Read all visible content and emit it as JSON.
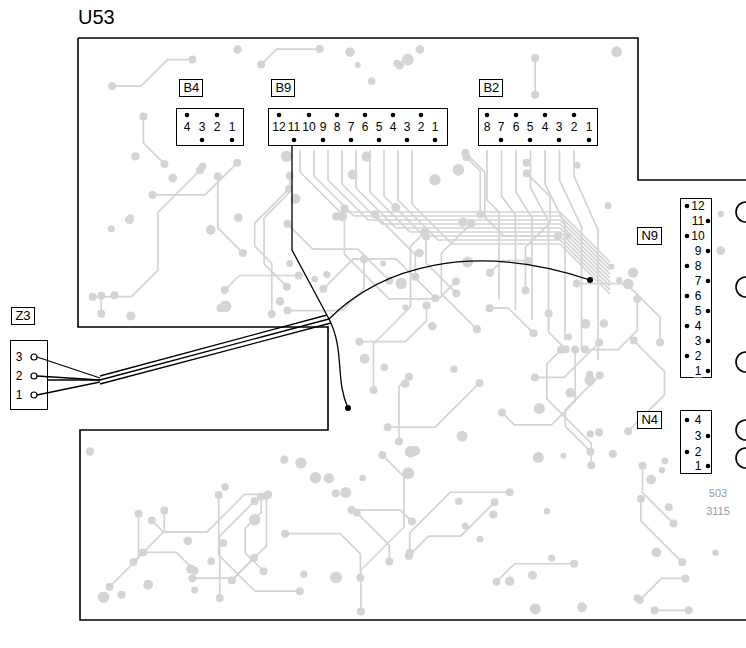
{
  "diagram": {
    "title": "U53",
    "nodes": [
      {
        "text": [
          "B4"
        ]
      },
      {
        "text": [
          "B9"
        ]
      },
      {
        "text": [
          "B2"
        ]
      },
      {
        "text": [
          "N9"
        ]
      },
      {
        "text": [
          "Z3"
        ]
      },
      {
        "text": [
          "N4"
        ]
      }
    ],
    "edges": [
      {
        "from": 4,
        "to": 1,
        "arrow": "none"
      }
    ],
    "labels": [
      "4",
      "3",
      "2",
      "1",
      "12",
      "11",
      "10",
      "9",
      "8",
      "7",
      "6",
      "5",
      "4",
      "3",
      "2",
      "1",
      "8",
      "7",
      "6",
      "5",
      "4",
      "3",
      "2",
      "1",
      "12",
      "11",
      "10",
      "9",
      "8",
      "7",
      "6",
      "5",
      "4",
      "3",
      "2",
      "1",
      "3",
      "2",
      "1",
      "4",
      "3",
      "2",
      "1",
      "503",
      "3115"
    ]
  }
}
